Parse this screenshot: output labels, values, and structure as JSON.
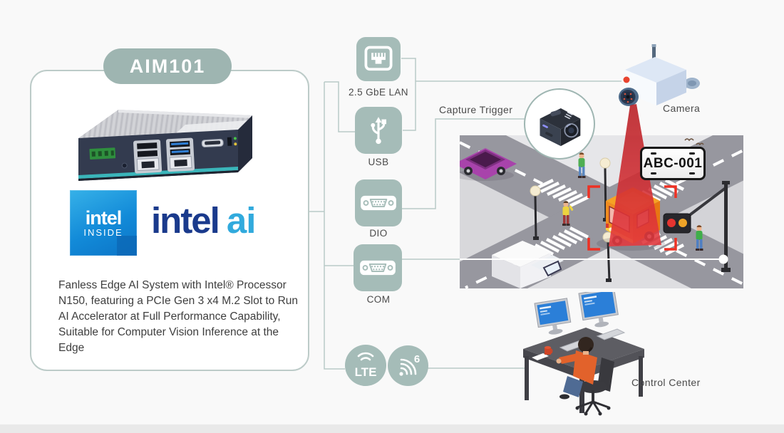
{
  "product": {
    "name": "AIM101",
    "description": "Fanless Edge AI System with Intel® Processor N150, featuring a PCIe Gen 3 x4 M.2 Slot to Run AI Accelerator at Full Performance Capability, Suitable for Computer Vision Inference at the Edge",
    "intel_inside": {
      "line1": "intel",
      "line2": "INSIDE"
    },
    "intel_ai": {
      "word": "intel",
      "suffix": "ai"
    }
  },
  "connectors": {
    "lan": {
      "label": "2.5 GbE LAN",
      "icon": "ethernet-port-icon"
    },
    "usb": {
      "label": "USB",
      "icon": "usb-icon"
    },
    "dio": {
      "label": "DIO",
      "icon": "db9-connector-icon"
    },
    "com": {
      "label": "COM",
      "icon": "db9-connector-icon"
    },
    "lte": {
      "label": "LTE",
      "icon": "lte-signal-icon"
    },
    "wifi": {
      "badge": "6",
      "icon": "wifi6-icon"
    }
  },
  "annotations": {
    "capture_trigger": "Capture Trigger",
    "camera": "Camera",
    "control_center": "Control Center",
    "license_plate": "ABC-001"
  },
  "colors": {
    "accent": "#a5bcb8",
    "line": "#b9cac7",
    "beam_red": "#d8262c",
    "bracket_red": "#ee3124",
    "intel_dark_blue": "#1a3a8c",
    "intel_light_blue": "#31aadd"
  }
}
